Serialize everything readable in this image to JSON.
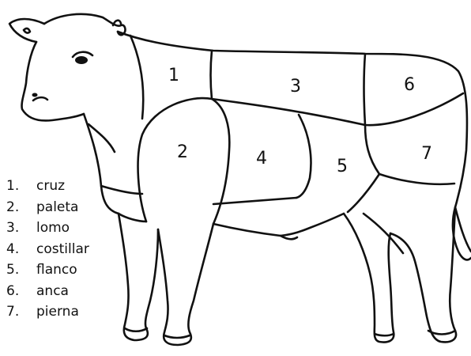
{
  "diagram": {
    "cuts": [
      {
        "number": "1",
        "name": "cruz"
      },
      {
        "number": "2",
        "name": "paleta"
      },
      {
        "number": "3",
        "name": "lomo"
      },
      {
        "number": "4",
        "name": "costillar"
      },
      {
        "number": "5",
        "name": "flanco"
      },
      {
        "number": "6",
        "name": "anca"
      },
      {
        "number": "7",
        "name": "pierna"
      }
    ],
    "legend": [
      {
        "num": "1.",
        "name": "cruz"
      },
      {
        "num": "2.",
        "name": "paleta"
      },
      {
        "num": "3.",
        "name": "lomo"
      },
      {
        "num": "4.",
        "name": "costillar"
      },
      {
        "num": "5.",
        "name": "flanco"
      },
      {
        "num": "6.",
        "name": "anca"
      },
      {
        "num": "7.",
        "name": "pierna"
      }
    ]
  }
}
